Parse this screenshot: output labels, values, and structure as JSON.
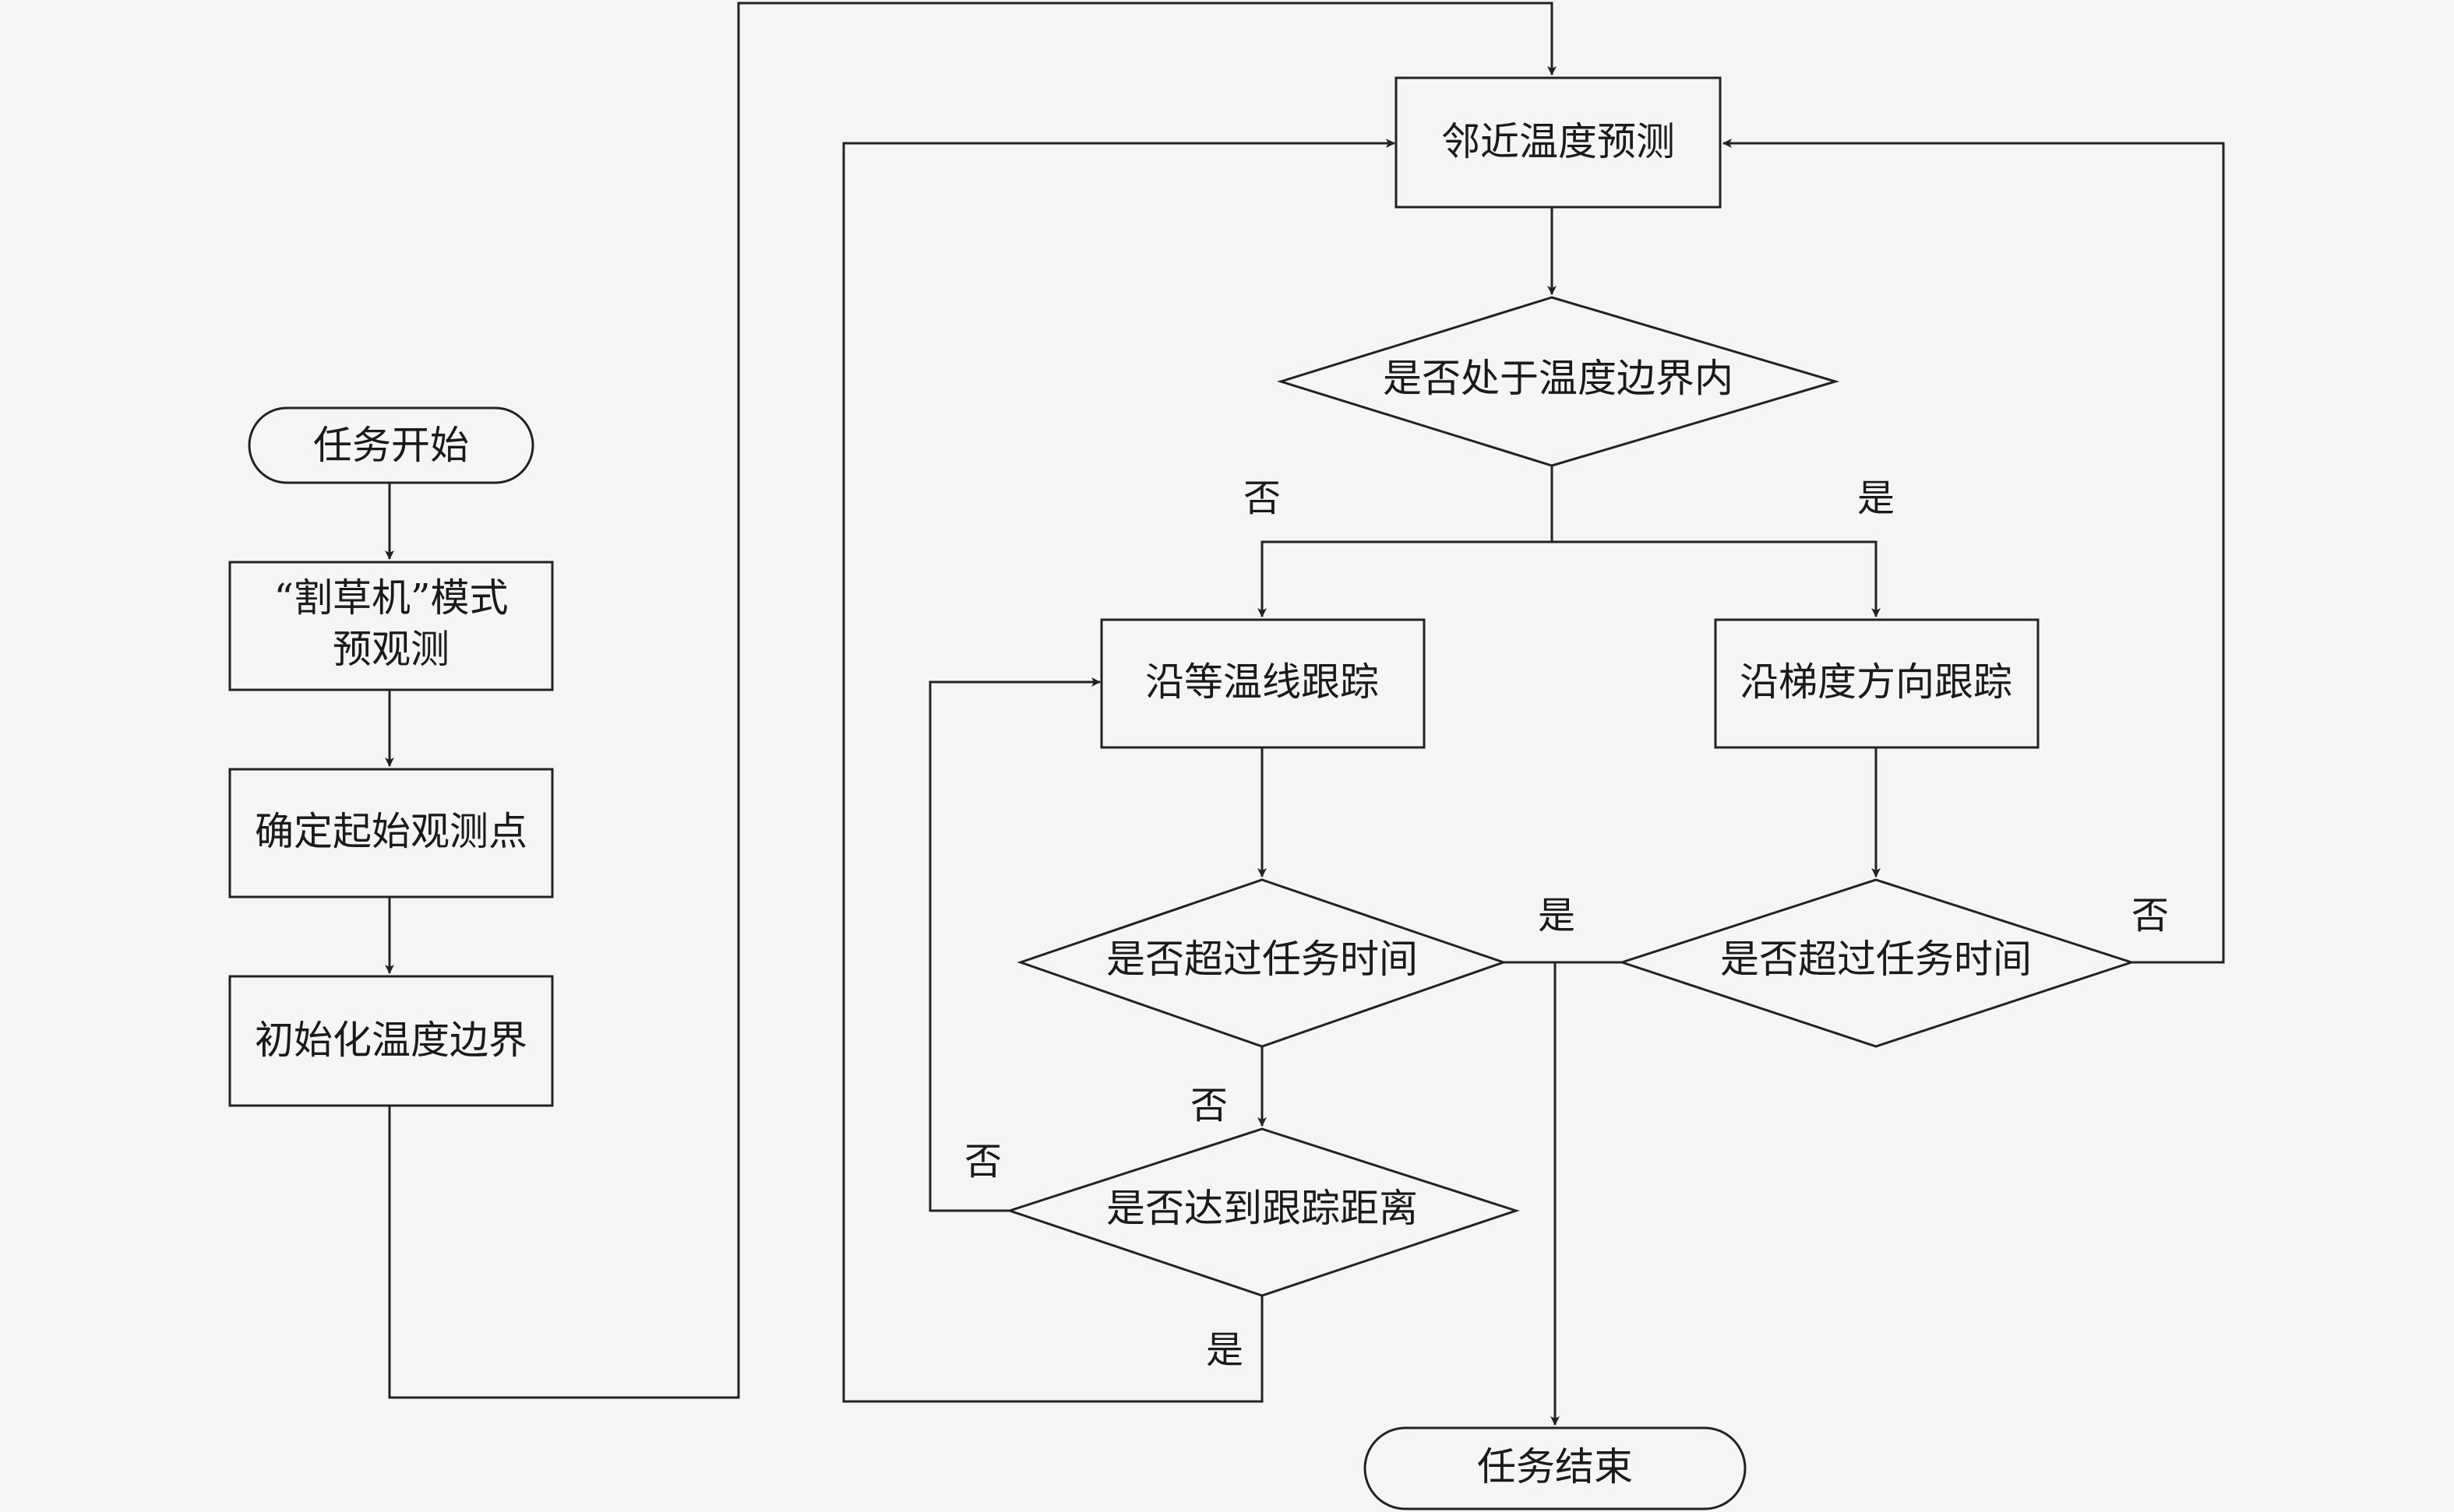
{
  "nodes": {
    "task_start": "任务开始",
    "premow_line1": "“割草机”模式",
    "premow_line2": "预观测",
    "start_point": "确定起始观测点",
    "init_boundary": "初始化温度边界",
    "neighbor_predict": "邻近温度预测",
    "in_boundary_q": "是否处于温度边界内",
    "iso_track": "沿等温线跟踪",
    "grad_track": "沿梯度方向跟踪",
    "time_q_left": "是否超过任务时间",
    "time_q_right": "是否超过任务时间",
    "dist_q": "是否达到跟踪距离",
    "task_end": "任务结束"
  },
  "edge_labels": {
    "boundary_no": "否",
    "boundary_yes": "是",
    "time_left_yes": "是",
    "time_right_no": "否",
    "time_left_no": "否",
    "dist_no": "否",
    "dist_yes": "是"
  },
  "colors": {
    "background": "#f5f5f5",
    "stroke": "#222222",
    "text": "#1a1a1a"
  }
}
